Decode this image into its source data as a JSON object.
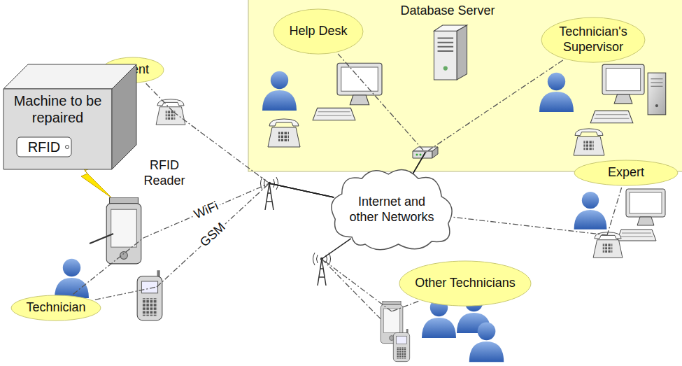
{
  "diagram": {
    "nodes": [
      {
        "text": [
          "Client"
        ]
      },
      {
        "text": [
          "Help Desk"
        ]
      },
      {
        "text": [
          "Technician's Supervisor"
        ]
      },
      {
        "text": [
          "Machine to be repaired"
        ]
      },
      {
        "text": [
          "RFID"
        ],
        "in": 3
      },
      {
        "text": [
          "Expert"
        ]
      },
      {
        "text": [
          "Internet and other Networks"
        ]
      },
      {
        "text": [
          "Technician"
        ]
      },
      {
        "text": [
          "Other Technicians"
        ]
      }
    ],
    "edges": [
      {
        "from": 0,
        "to": 6,
        "arrow": "none"
      },
      {
        "from": 1,
        "to": 6,
        "arrow": "none"
      },
      {
        "from": 2,
        "to": 6,
        "arrow": "none"
      },
      {
        "from": 5,
        "to": 6,
        "arrow": "none"
      },
      {
        "from": 7,
        "to": 6,
        "label": "WiFi",
        "arrow": "none"
      },
      {
        "from": 7,
        "to": 6,
        "label": "GSM",
        "arrow": "none"
      },
      {
        "from": 8,
        "to": 6,
        "arrow": "none"
      }
    ],
    "labels": [
      "Database Server",
      "RFID Reader"
    ]
  }
}
